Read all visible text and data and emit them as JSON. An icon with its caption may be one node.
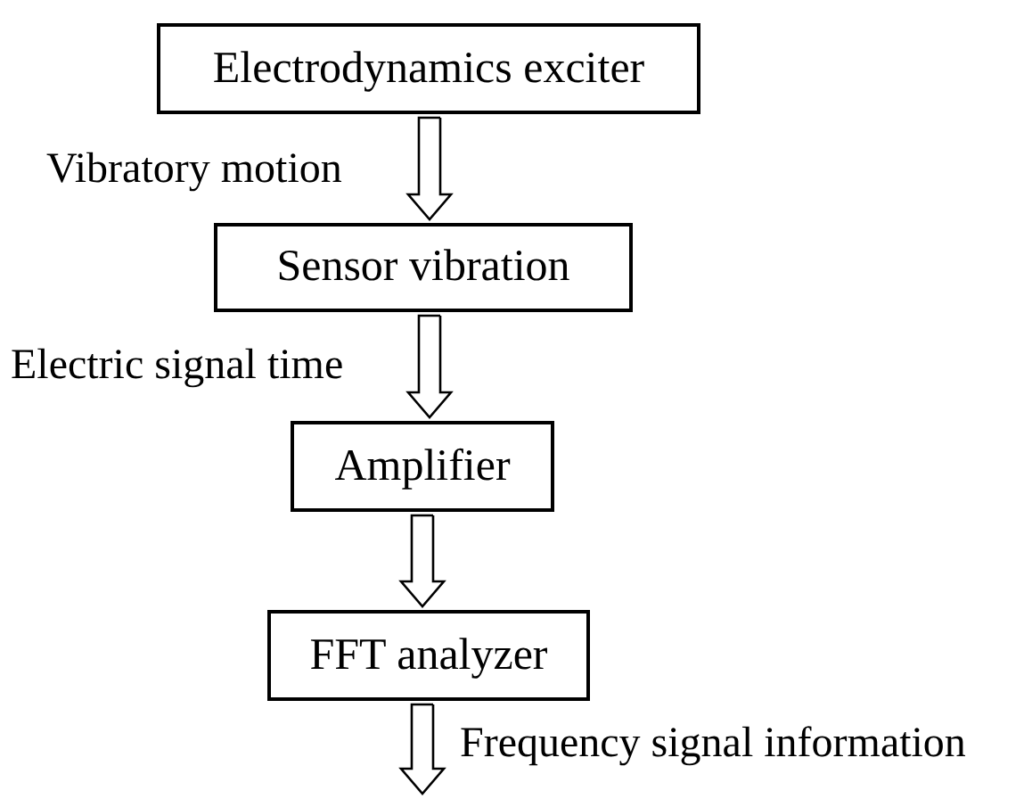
{
  "diagram": {
    "nodes": [
      {
        "text": [
          "Electrodynamics exciter"
        ]
      },
      {
        "text": [
          "Sensor vibration"
        ]
      },
      {
        "text": [
          "Amplifier"
        ]
      },
      {
        "text": [
          "FFT analyzer"
        ]
      }
    ],
    "edges": [
      {
        "from": 0,
        "to": 1,
        "arrow": "to",
        "label": "Vibratory motion"
      },
      {
        "from": 1,
        "to": 2,
        "arrow": "to",
        "label": "Electric signal time"
      },
      {
        "from": 2,
        "to": 3,
        "arrow": "to"
      },
      {
        "from": 3,
        "to": null,
        "arrow": "to",
        "label": "Frequency signal information"
      }
    ]
  }
}
